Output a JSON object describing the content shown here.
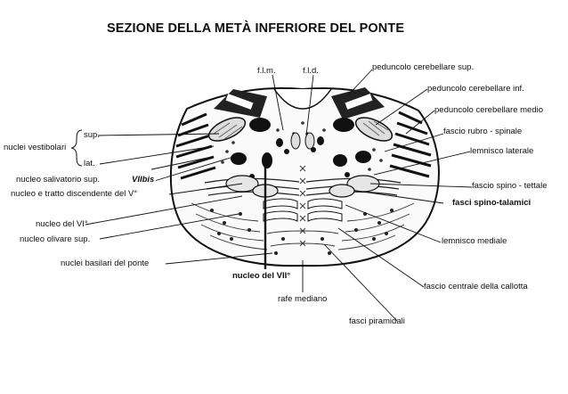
{
  "title": "SEZIONE DELLA METÀ INFERIORE DEL PONTE",
  "labels": {
    "flm": "f.l.m.",
    "fld": "f.l.d.",
    "ped_sup": "peduncolo cerebellare sup.",
    "ped_inf": "peduncolo cerebellare inf.",
    "ped_medio": "peduncolo cerebellare medio",
    "rubro": "fascio rubro - spinale",
    "lemn_lat": "lemnisco laterale",
    "spino_tett": "fascio spino - tettale",
    "spino_tal": "fasci spino-talamici",
    "lemn_med": "lemnisco mediale",
    "centrale": "fascio centrale della callotta",
    "piramidali": "fasci piramidali",
    "rafe": "rafe mediano",
    "nucleo_vii": "nucleo del VII°",
    "nuclei_bas": "nuclei basilari del ponte",
    "olivare": "nucleo olivare sup.",
    "nucleo_vi": "nucleo del VI°",
    "tratto_v": "nucleo e tratto discendente del V°",
    "salivatorio": "nucleo salivatorio sup.",
    "viibis": "VIIbis",
    "vestibolari": "nuclei vestibolari",
    "sup": "sup.",
    "lat": "lat."
  }
}
